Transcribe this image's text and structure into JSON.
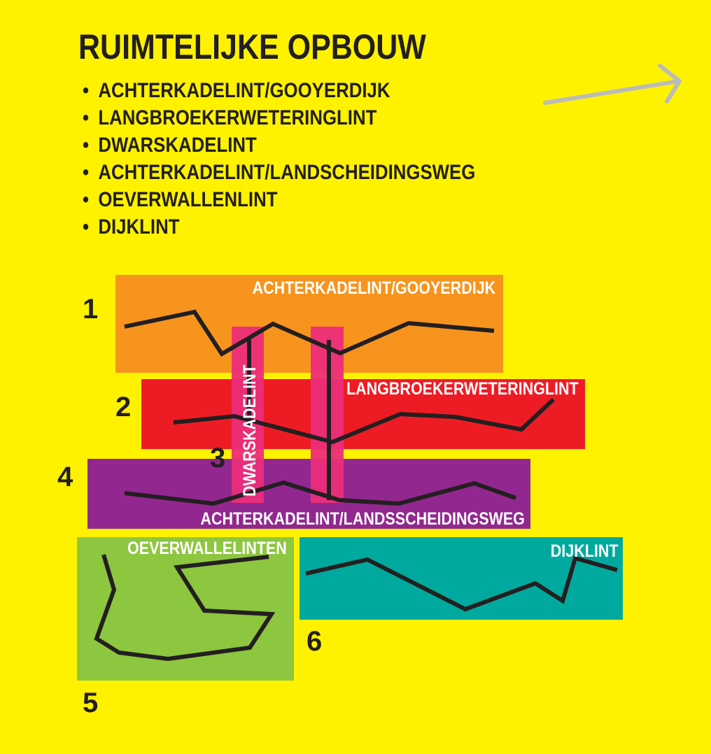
{
  "title": "RUIMTELIJKE OPBOUW",
  "list": [
    "ACHTERKADELINT/GOOYERDIJK",
    "LANGBROEKERWETERINGLINT",
    "DWARSKADELINT",
    "ACHTERKADELINT/LANDSCHEIDINGSWEG",
    "OEVERWALLENLINT",
    "DIJKLINT"
  ],
  "bullet": "•",
  "bands": {
    "b1": {
      "label": "ACHTERKADELINT/GOOYERDIJK",
      "number": "1",
      "color": "#F7941D"
    },
    "b2": {
      "label": "LANGBROEKERWETERINGLINT",
      "number": "2",
      "color": "#ED1C24"
    },
    "b3": {
      "label": "DWARSKADELINT",
      "number": "3",
      "color": "#EC2D7A"
    },
    "b4": {
      "label": "ACHTERKADELINT/LANDSSCHEIDINGSWEG",
      "number": "4",
      "color": "#92278F"
    },
    "b5": {
      "label": "OEVERWALLELINTEN",
      "number": "5",
      "color": "#8DC63F"
    },
    "b6": {
      "label": "DIJKLINT",
      "number": "6",
      "color": "#00A99D"
    }
  },
  "colors": {
    "background": "#FFF200",
    "line": "#231F20",
    "arrow": "#BBBBBB"
  },
  "icons": {
    "arrow": "arrow-right-icon"
  }
}
